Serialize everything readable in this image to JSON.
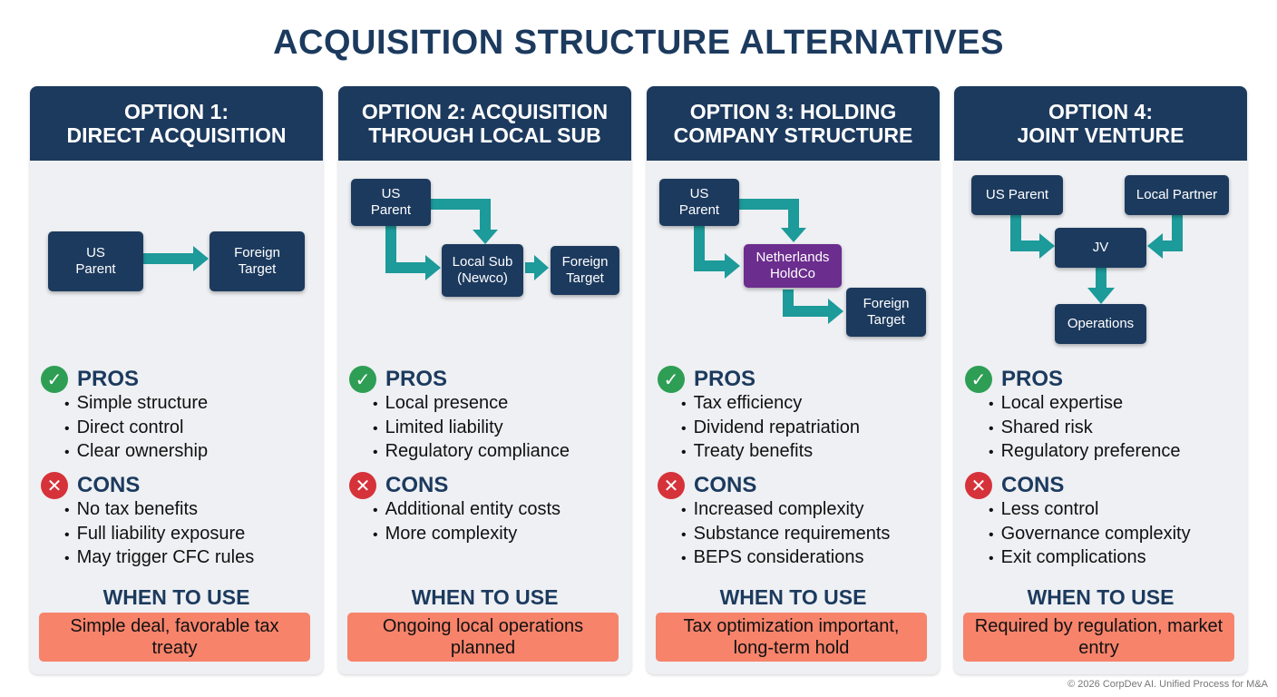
{
  "title": "ACQUISITION STRUCTURE ALTERNATIVES",
  "colors": {
    "navy": "#1c3a5e",
    "teal_arrow": "#1d9a9a",
    "holdco_purple": "#6b2d8e",
    "pros_green": "#2e9e55",
    "cons_red": "#d6323a",
    "use_box": "#f7836b"
  },
  "labels": {
    "pros": "PROS",
    "cons": "CONS",
    "when_to_use": "WHEN TO USE"
  },
  "icons": {
    "pros": "check-circle-icon",
    "cons": "x-circle-icon"
  },
  "options": [
    {
      "title_line1": "OPTION 1:",
      "title_line2": "DIRECT ACQUISITION",
      "nodes": {
        "us_parent": "US\nParent",
        "foreign_target": "Foreign\nTarget"
      },
      "pros": [
        "Simple structure",
        "Direct control",
        "Clear ownership"
      ],
      "cons": [
        "No tax benefits",
        "Full liability exposure",
        "May trigger CFC rules"
      ],
      "when_to_use": "Simple deal, favorable tax treaty"
    },
    {
      "title_line1": "OPTION 2: ACQUISITION",
      "title_line2": "THROUGH LOCAL SUB",
      "nodes": {
        "us_parent": "US\nParent",
        "local_sub": "Local Sub\n(Newco)",
        "foreign_target": "Foreign\nTarget"
      },
      "pros": [
        "Local presence",
        "Limited liability",
        "Regulatory compliance"
      ],
      "cons": [
        "Additional entity costs",
        "More complexity"
      ],
      "when_to_use": "Ongoing local operations planned"
    },
    {
      "title_line1": "OPTION 3: HOLDING",
      "title_line2": "COMPANY STRUCTURE",
      "nodes": {
        "us_parent": "US\nParent",
        "holdco": "Netherlands\nHoldCo",
        "foreign_target": "Foreign\nTarget"
      },
      "pros": [
        "Tax efficiency",
        "Dividend repatriation",
        "Treaty benefits"
      ],
      "cons": [
        "Increased complexity",
        "Substance requirements",
        "BEPS considerations"
      ],
      "when_to_use": "Tax optimization important, long-term hold"
    },
    {
      "title_line1": "OPTION 4:",
      "title_line2": "JOINT VENTURE",
      "nodes": {
        "us_parent": "US Parent",
        "local_partner": "Local Partner",
        "jv": "JV",
        "operations": "Operations"
      },
      "pros": [
        "Local expertise",
        "Shared risk",
        "Regulatory preference"
      ],
      "cons": [
        "Less control",
        "Governance complexity",
        "Exit complications"
      ],
      "when_to_use": "Required by regulation, market entry"
    }
  ],
  "footer": "© 2026 CorpDev AI. Unified Process for M&A"
}
